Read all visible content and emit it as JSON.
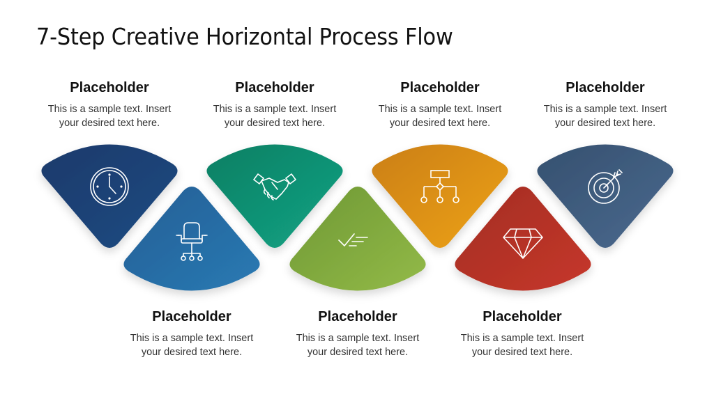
{
  "slide": {
    "title": "7-Step Creative Horizontal Process Flow"
  },
  "steps": [
    {
      "id": 1,
      "position": "top",
      "heading": "Placeholder",
      "text_line1": "This is a sample text. Insert",
      "text_line2": "your desired text here.",
      "icon": "clock-icon",
      "color_start": "#1B3A6B",
      "color_end": "#1F4B82"
    },
    {
      "id": 2,
      "position": "bottom",
      "heading": "Placeholder",
      "text_line1": "This is a sample text. Insert",
      "text_line2": "your desired text here.",
      "icon": "office-chair-icon",
      "color_start": "#235E95",
      "color_end": "#2A7AB3"
    },
    {
      "id": 3,
      "position": "top",
      "heading": "Placeholder",
      "text_line1": "This is a sample text. Insert",
      "text_line2": "your desired text here.",
      "icon": "handshake-icon",
      "color_start": "#0E7F63",
      "color_end": "#13A384"
    },
    {
      "id": 4,
      "position": "bottom",
      "heading": "Placeholder",
      "text_line1": "This is a sample text. Insert",
      "text_line2": "your desired text here.",
      "icon": "checklist-icon",
      "color_start": "#6E9834",
      "color_end": "#93BA48"
    },
    {
      "id": 5,
      "position": "top",
      "heading": "Placeholder",
      "text_line1": "This is a sample text. Insert",
      "text_line2": "your desired text here.",
      "icon": "flowchart-icon",
      "color_start": "#CB7F14",
      "color_end": "#EDA21A"
    },
    {
      "id": 6,
      "position": "bottom",
      "heading": "Placeholder",
      "text_line1": "This is a sample text. Insert",
      "text_line2": "your desired text here.",
      "icon": "diamond-icon",
      "color_start": "#A32C22",
      "color_end": "#C6382B"
    },
    {
      "id": 7,
      "position": "top",
      "heading": "Placeholder",
      "text_line1": "This is a sample text. Insert",
      "text_line2": "your desired text here.",
      "icon": "target-icon",
      "color_start": "#35506F",
      "color_end": "#4B6A8F"
    }
  ]
}
